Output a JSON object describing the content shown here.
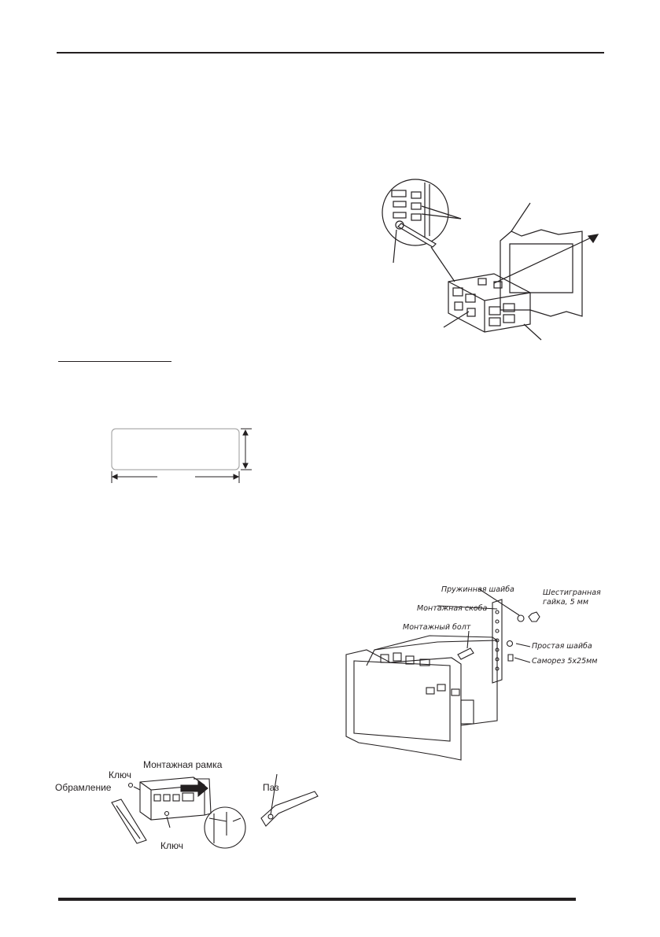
{
  "bracket_diagram": {
    "spring_washer": "Пружинная шайба",
    "hex_nut_line1": "Шестигранная",
    "hex_nut_line2": "гайка, 5 мм",
    "mounting_bracket": "Монтажная скоба",
    "mounting_bolt": "Монтажный болт",
    "plain_washer": "Простая шайба",
    "self_tapping_screw": "Саморез 5x25мм"
  },
  "removal_diagram": {
    "mounting_frame": "Монтажная рамка",
    "key_top": "Ключ",
    "trim": "Обрамление",
    "key_bottom": "Ключ",
    "groove": "Паз"
  }
}
